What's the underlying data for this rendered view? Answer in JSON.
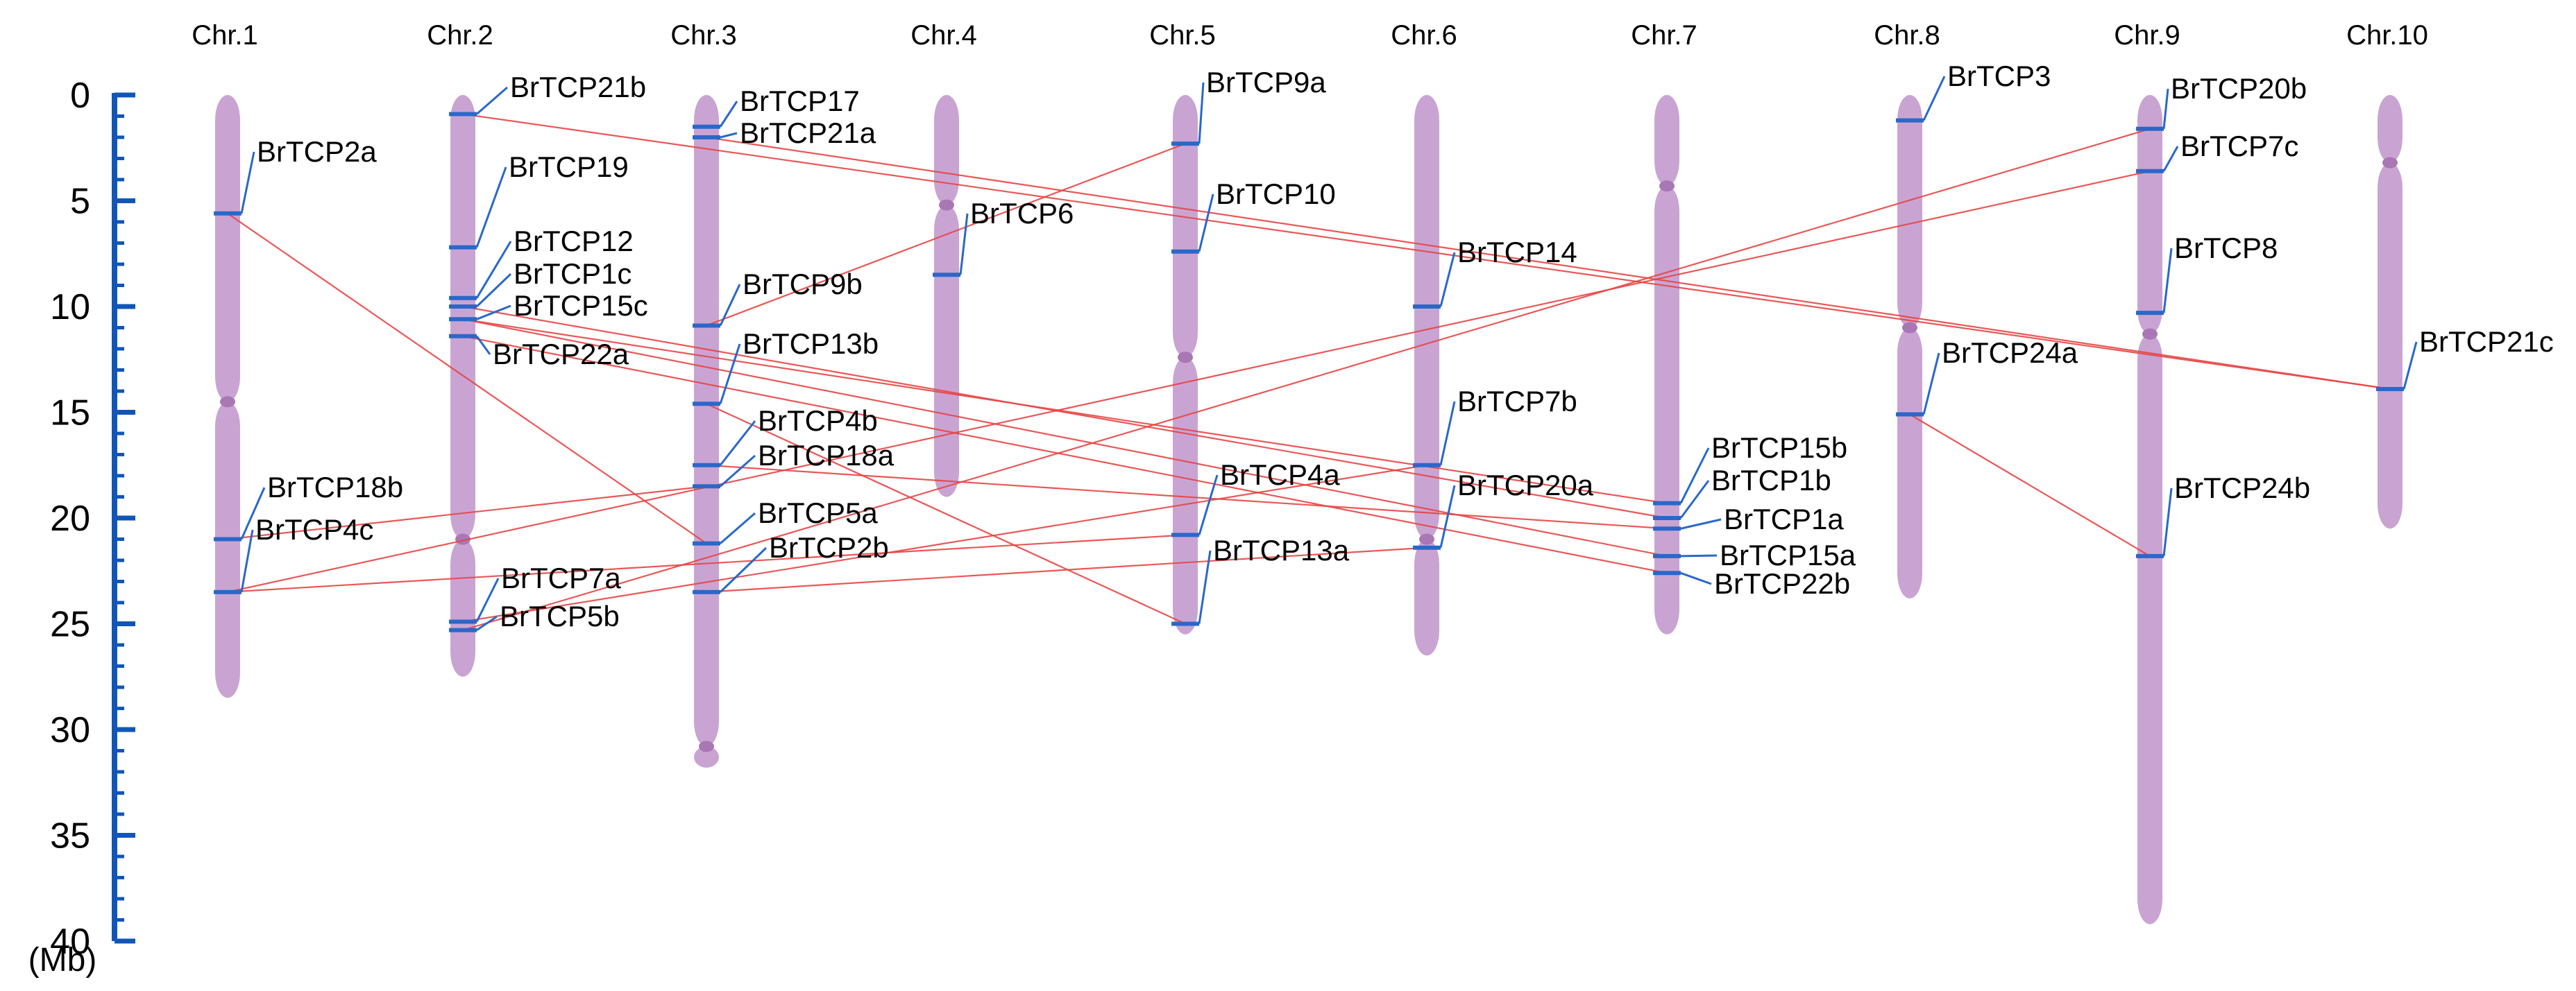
{
  "scale": {
    "ticks": [
      "0",
      "5",
      "10",
      "15",
      "20",
      "25",
      "30",
      "35",
      "40"
    ],
    "unit": "(Mb)",
    "color": "#1155b8"
  },
  "colors": {
    "chromosome": "#c9a4d3",
    "centromere": "#a877b4",
    "gene_mark": "#2a68c8",
    "leader": "#2a68c8",
    "duplication_link": "#e84545"
  },
  "chromosomes": [
    {
      "label": "Chr.1",
      "length": 28.5,
      "centromere": 14.5
    },
    {
      "label": "Chr.2",
      "length": 27.5,
      "centromere": 21.0
    },
    {
      "label": "Chr.3",
      "length": 31.8,
      "centromere": 30.8
    },
    {
      "label": "Chr.4",
      "length": 19.0,
      "centromere": 5.2
    },
    {
      "label": "Chr.5",
      "length": 25.5,
      "centromere": 12.4
    },
    {
      "label": "Chr.6",
      "length": 26.5,
      "centromere": 21.0
    },
    {
      "label": "Chr.7",
      "length": 25.5,
      "centromere": 4.3
    },
    {
      "label": "Chr.8",
      "length": 23.8,
      "centromere": 11.0
    },
    {
      "label": "Chr.9",
      "length": 39.2,
      "centromere": 11.3
    },
    {
      "label": "Chr.10",
      "length": 20.5,
      "centromere": 3.2
    }
  ],
  "genes": [
    {
      "name": "BrTCP2a",
      "chr": 1,
      "pos": 5.6
    },
    {
      "name": "BrTCP18b",
      "chr": 1,
      "pos": 21.0
    },
    {
      "name": "BrTCP4c",
      "chr": 1,
      "pos": 23.5
    },
    {
      "name": "BrTCP21b",
      "chr": 2,
      "pos": 0.9
    },
    {
      "name": "BrTCP19",
      "chr": 2,
      "pos": 7.2
    },
    {
      "name": "BrTCP12",
      "chr": 2,
      "pos": 9.6
    },
    {
      "name": "BrTCP1c",
      "chr": 2,
      "pos": 10.0
    },
    {
      "name": "BrTCP15c",
      "chr": 2,
      "pos": 10.6
    },
    {
      "name": "BrTCP22a",
      "chr": 2,
      "pos": 11.4
    },
    {
      "name": "BrTCP7a",
      "chr": 2,
      "pos": 24.9
    },
    {
      "name": "BrTCP5b",
      "chr": 2,
      "pos": 25.3
    },
    {
      "name": "BrTCP17",
      "chr": 3,
      "pos": 1.5
    },
    {
      "name": "BrTCP21a",
      "chr": 3,
      "pos": 2.0
    },
    {
      "name": "BrTCP9b",
      "chr": 3,
      "pos": 10.9
    },
    {
      "name": "BrTCP13b",
      "chr": 3,
      "pos": 14.6
    },
    {
      "name": "BrTCP4b",
      "chr": 3,
      "pos": 17.5
    },
    {
      "name": "BrTCP18a",
      "chr": 3,
      "pos": 18.5
    },
    {
      "name": "BrTCP5a",
      "chr": 3,
      "pos": 21.2
    },
    {
      "name": "BrTCP2b",
      "chr": 3,
      "pos": 23.5
    },
    {
      "name": "BrTCP6",
      "chr": 4,
      "pos": 8.5
    },
    {
      "name": "BrTCP9a",
      "chr": 5,
      "pos": 2.3
    },
    {
      "name": "BrTCP10",
      "chr": 5,
      "pos": 7.4
    },
    {
      "name": "BrTCP4a",
      "chr": 5,
      "pos": 20.8
    },
    {
      "name": "BrTCP13a",
      "chr": 5,
      "pos": 25.0
    },
    {
      "name": "BrTCP14",
      "chr": 6,
      "pos": 10.0
    },
    {
      "name": "BrTCP7b",
      "chr": 6,
      "pos": 17.5
    },
    {
      "name": "BrTCP20a",
      "chr": 6,
      "pos": 21.4
    },
    {
      "name": "BrTCP15b",
      "chr": 7,
      "pos": 19.3
    },
    {
      "name": "BrTCP1b",
      "chr": 7,
      "pos": 20.0
    },
    {
      "name": "BrTCP1a",
      "chr": 7,
      "pos": 20.5
    },
    {
      "name": "BrTCP15a",
      "chr": 7,
      "pos": 21.8
    },
    {
      "name": "BrTCP22b",
      "chr": 7,
      "pos": 22.6
    },
    {
      "name": "BrTCP3",
      "chr": 8,
      "pos": 1.2
    },
    {
      "name": "BrTCP24a",
      "chr": 8,
      "pos": 15.1
    },
    {
      "name": "BrTCP20b",
      "chr": 9,
      "pos": 1.6
    },
    {
      "name": "BrTCP7c",
      "chr": 9,
      "pos": 3.6
    },
    {
      "name": "BrTCP8",
      "chr": 9,
      "pos": 10.3
    },
    {
      "name": "BrTCP24b",
      "chr": 9,
      "pos": 21.8
    },
    {
      "name": "BrTCP21c",
      "chr": 10,
      "pos": 13.9
    }
  ],
  "links": [
    [
      "BrTCP2a",
      "BrTCP5a"
    ],
    [
      "BrTCP21b",
      "BrTCP21c"
    ],
    [
      "BrTCP21a",
      "BrTCP21c"
    ],
    [
      "BrTCP9b",
      "BrTCP9a"
    ],
    [
      "BrTCP1c",
      "BrTCP1b"
    ],
    [
      "BrTCP15c",
      "BrTCP15b"
    ],
    [
      "BrTCP15c",
      "BrTCP15a"
    ],
    [
      "BrTCP22a",
      "BrTCP22b"
    ],
    [
      "BrTCP13b",
      "BrTCP13a"
    ],
    [
      "BrTCP4b",
      "BrTCP1a"
    ],
    [
      "BrTCP18b",
      "BrTCP18a"
    ],
    [
      "BrTCP4c",
      "BrTCP4a"
    ],
    [
      "BrTCP4c",
      "BrTCP7c"
    ],
    [
      "BrTCP7a",
      "BrTCP7b"
    ],
    [
      "BrTCP5b",
      "BrTCP20b"
    ],
    [
      "BrTCP2b",
      "BrTCP20a"
    ],
    [
      "BrTCP24a",
      "BrTCP24b"
    ]
  ]
}
